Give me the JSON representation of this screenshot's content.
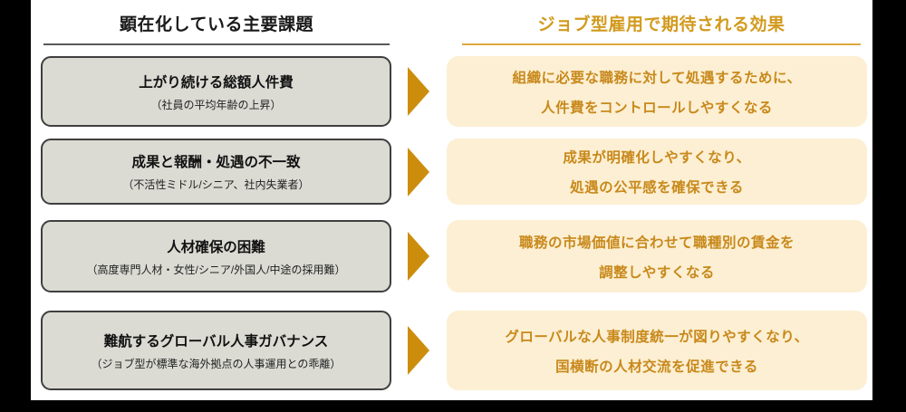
{
  "left_column": {
    "header": "顕在化している主要課題",
    "items": [
      {
        "title": "上がり続ける総額人件費",
        "subtitle": "（社員の平均年齢の上昇）"
      },
      {
        "title": "成果と報酬・処遇の不一致",
        "subtitle": "（不活性ミドル/シニア、社内失業者）"
      },
      {
        "title": "人材確保の困難",
        "subtitle": "（高度専門人材・女性/シニア/外国人/中途の採用難）"
      },
      {
        "title": "難航するグローバル人事ガバナンス",
        "subtitle": "（ジョブ型が標準な海外拠点の人事運用との乖離）"
      }
    ]
  },
  "right_column": {
    "header": "ジョブ型雇用で期待される効果",
    "items": [
      {
        "line1": "組織に必要な職務に対して処遇するために、",
        "line2": "人件費をコントロールしやすくなる"
      },
      {
        "line1": "成果が明確化しやすくなり、",
        "line2": "処遇の公平感を確保できる"
      },
      {
        "line1": "職務の市場価値に合わせて職種別の賃金を",
        "line2": "調整しやすくなる"
      },
      {
        "line1": "グローバルな人事制度統一が図りやすくなり、",
        "line2": "国横断の人材交流を促進できる"
      }
    ]
  },
  "colors": {
    "background": "#000000",
    "canvas": "#ffffff",
    "gray_box_bg": "#dbdbd4",
    "gray_box_border": "#3f3f3f",
    "left_underline": "#595959",
    "gold_underline": "#dca83c",
    "header_gold": "#d29a1e",
    "text_gold": "#c8891b",
    "arrow_gold": "#cd8d0c",
    "cream_bg": "#fcefd3"
  }
}
